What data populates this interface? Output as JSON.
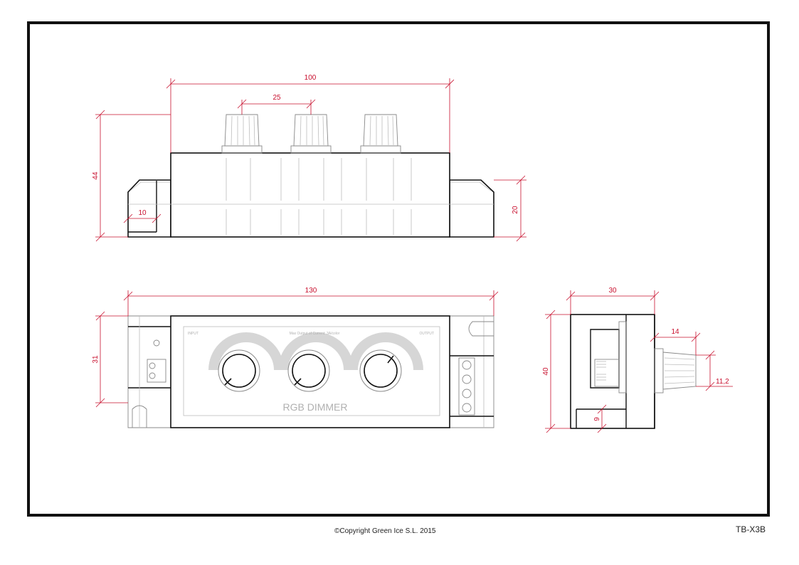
{
  "drawing": {
    "dimensions": {
      "top_width": "100",
      "knob_spacing": "25",
      "height_total": "44",
      "flange_width": "10",
      "body_height": "20",
      "length_total": "130",
      "width_front": "31",
      "side_depth": "30",
      "side_height": "40",
      "knob_length": "14",
      "knob_diameter": "11,2",
      "base_offset": "9"
    },
    "panel_labels": {
      "input": "INPUT",
      "center": "Max Output of Current: 3A/color",
      "output": "OUTPUT",
      "product": "RGB DIMMER"
    }
  },
  "footer": {
    "copyright": "©Copyright Green Ice S.L. 2015",
    "code": "TB-X3B"
  }
}
